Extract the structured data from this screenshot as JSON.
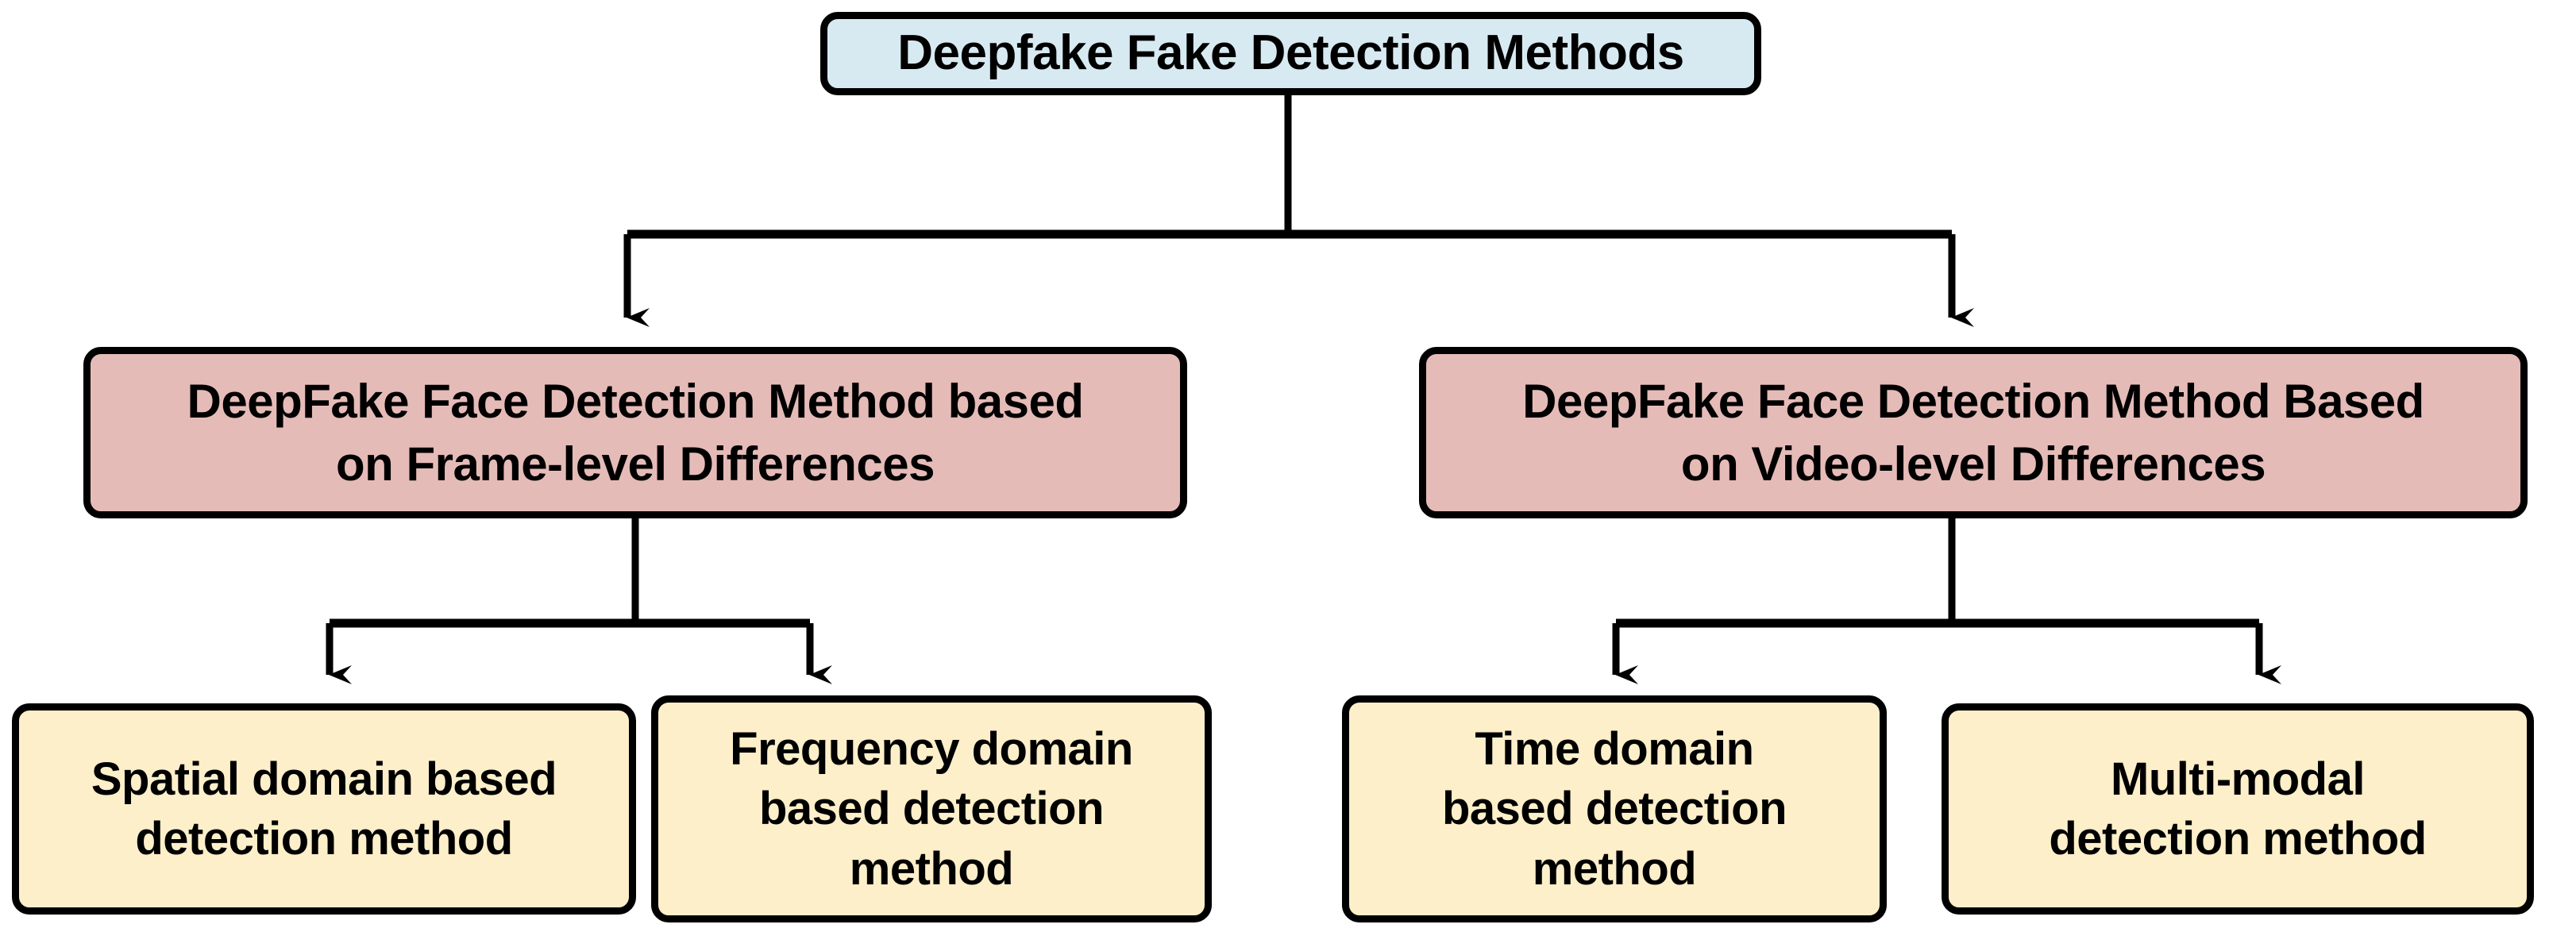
{
  "diagram": {
    "title": "Deepfake Fake Detection Methods",
    "type": "hierarchy-tree",
    "orientation": "top-down",
    "levels": 3,
    "colors": {
      "root_fill": "#d8eaf1",
      "level2_fill": "#e5bbb8",
      "leaf_fill": "#fdefc9",
      "stroke": "#000000",
      "text": "#000000",
      "background": "#ffffff"
    },
    "root": {
      "label": "Deepfake Fake Detection Methods",
      "fill": "#d8eaf1"
    },
    "branches": [
      {
        "label": "DeepFake Face Detection Method based\non Frame-level Differences",
        "fill": "#e5bbb8",
        "children": [
          {
            "label": "Spatial domain based\ndetection method",
            "fill": "#fdefc9"
          },
          {
            "label": "Frequency domain\nbased detection\nmethod",
            "fill": "#fdefc9"
          }
        ]
      },
      {
        "label": "DeepFake Face Detection Method Based\non Video-level Differences",
        "fill": "#e5bbb8",
        "children": [
          {
            "label": "Time domain\nbased detection\nmethod",
            "fill": "#fdefc9"
          },
          {
            "label": "Multi-modal\ndetection method",
            "fill": "#fdefc9"
          }
        ]
      }
    ],
    "edges": [
      {
        "from": "root",
        "to": "branch-frame-level",
        "style": "elbow-arrow"
      },
      {
        "from": "root",
        "to": "branch-video-level",
        "style": "elbow-arrow"
      },
      {
        "from": "branch-frame-level",
        "to": "leaf-spatial-domain",
        "style": "elbow-arrow"
      },
      {
        "from": "branch-frame-level",
        "to": "leaf-frequency-domain",
        "style": "elbow-arrow"
      },
      {
        "from": "branch-video-level",
        "to": "leaf-time-domain",
        "style": "elbow-arrow"
      },
      {
        "from": "branch-video-level",
        "to": "leaf-multi-modal",
        "style": "elbow-arrow"
      }
    ]
  }
}
